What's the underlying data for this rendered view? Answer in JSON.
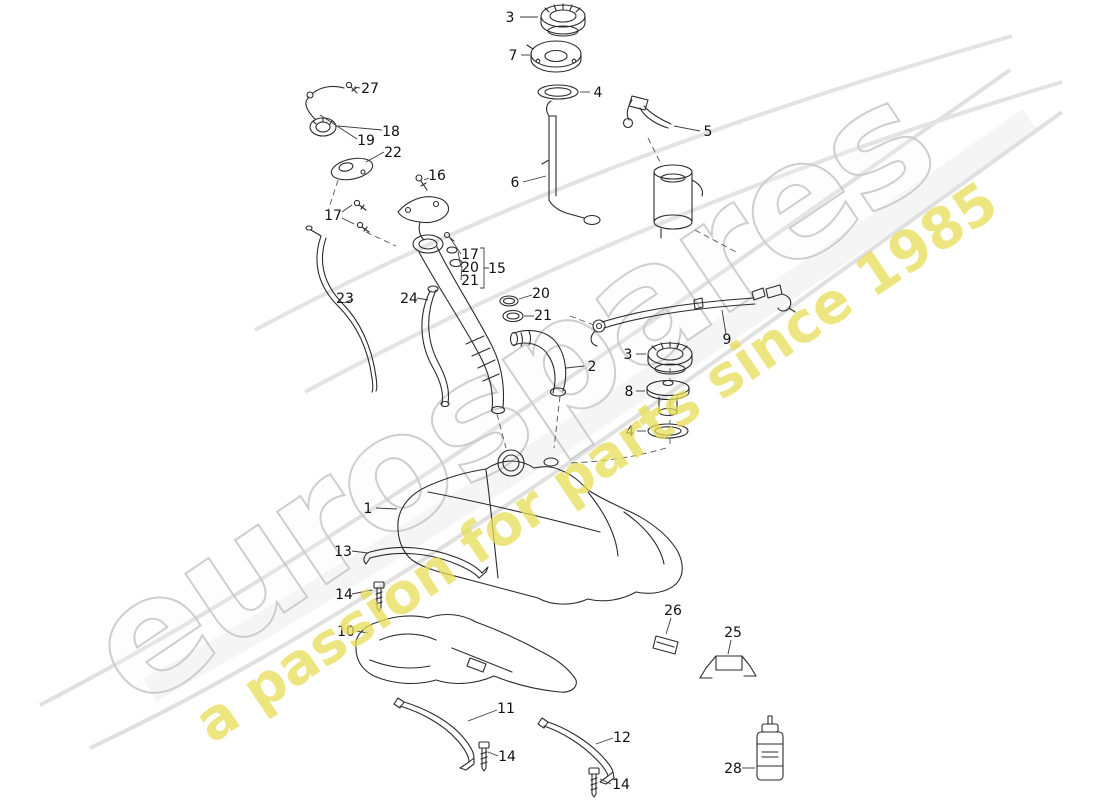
{
  "watermark": {
    "brand": "eurospares",
    "tagline": "a passion for parts since 1985",
    "brand_stroke": "#c9c9c9",
    "tagline_color": "#e8dd55"
  },
  "labels": {
    "p1": "1",
    "p2": "2",
    "p3": "3",
    "p4": "4",
    "p5": "5",
    "p6": "6",
    "p7": "7",
    "p8": "8",
    "p9": "9",
    "p10": "10",
    "p11": "11",
    "p12": "12",
    "p13": "13",
    "p14": "14",
    "p15": "15",
    "p16": "16",
    "p17": "17",
    "p18": "18",
    "p19": "19",
    "p20": "20",
    "p21": "21",
    "p22": "22",
    "p23": "23",
    "p24": "24",
    "p25": "25",
    "p26": "26",
    "p27": "27",
    "p28": "28"
  }
}
